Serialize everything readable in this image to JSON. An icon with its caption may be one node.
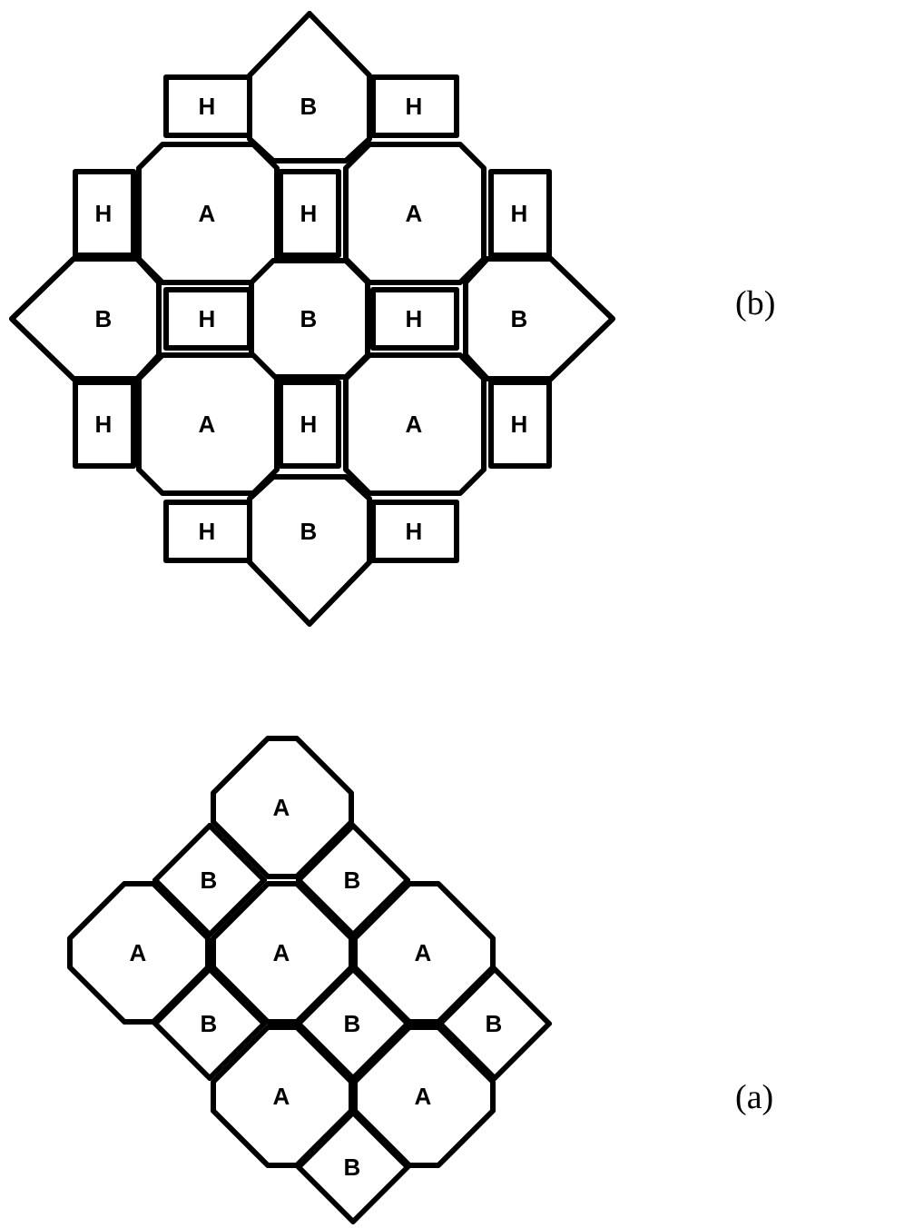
{
  "diagram": {
    "nodes": [
      {
        "text": [
          "H"
        ]
      },
      {
        "text": [
          "B"
        ]
      },
      {
        "text": [
          "H"
        ]
      },
      {
        "text": [
          "H"
        ]
      },
      {
        "text": [
          "A"
        ]
      },
      {
        "text": [
          "H"
        ]
      },
      {
        "text": [
          "A"
        ]
      },
      {
        "text": [
          "H"
        ]
      },
      {
        "text": [
          "B"
        ]
      },
      {
        "text": [
          "H"
        ]
      },
      {
        "text": [
          "B"
        ]
      },
      {
        "text": [
          "H"
        ]
      },
      {
        "text": [
          "B"
        ]
      },
      {
        "text": [
          "H"
        ]
      },
      {
        "text": [
          "A"
        ]
      },
      {
        "text": [
          "H"
        ]
      },
      {
        "text": [
          "A"
        ]
      },
      {
        "text": [
          "H"
        ]
      },
      {
        "text": [
          "H"
        ]
      },
      {
        "text": [
          "B"
        ]
      },
      {
        "text": [
          "H"
        ]
      },
      {
        "text": [
          "A"
        ]
      },
      {
        "text": [
          "B"
        ]
      },
      {
        "text": [
          "B"
        ]
      },
      {
        "text": [
          "A"
        ]
      },
      {
        "text": [
          "A"
        ]
      },
      {
        "text": [
          "A"
        ]
      },
      {
        "text": [
          "B"
        ]
      },
      {
        "text": [
          "B"
        ]
      },
      {
        "text": [
          "B"
        ]
      },
      {
        "text": [
          "A"
        ]
      },
      {
        "text": [
          "A"
        ]
      },
      {
        "text": [
          "B"
        ]
      }
    ],
    "labels": [
      "(b)",
      "(a)"
    ]
  }
}
